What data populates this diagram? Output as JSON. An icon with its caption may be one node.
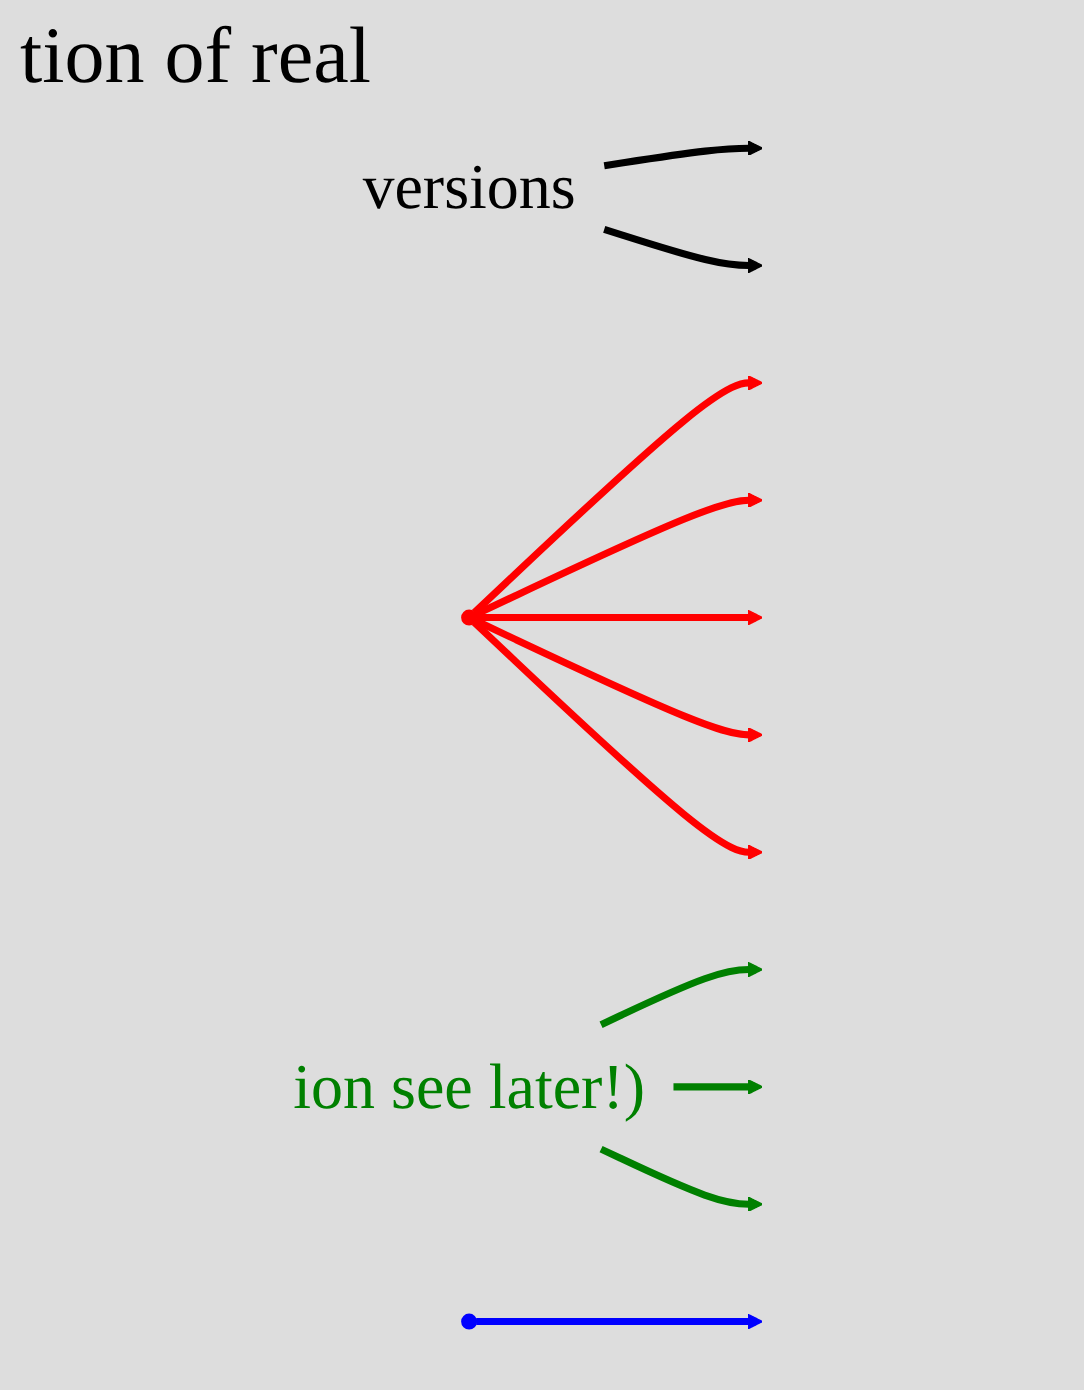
{
  "diagram": {
    "nodes": [
      {
        "text": [
          "versions"
        ]
      },
      {
        "text": [],
        "shape": "point"
      },
      {
        "text": [
          "ion see later!)"
        ]
      },
      {
        "text": [],
        "shape": "point"
      }
    ],
    "edges": [
      {
        "from": 1,
        "to": null,
        "arrow": "to"
      },
      {
        "from": 0,
        "to": null,
        "arrow": "to",
        "color": "#000000"
      },
      {
        "from": 1,
        "to": null,
        "arrow": "to"
      },
      {
        "from": 2,
        "to": null,
        "arrow": "to",
        "color": "#008000"
      },
      {
        "from": 1,
        "to": null,
        "arrow": "to"
      },
      {
        "from": 3,
        "to": null,
        "arrow": "to",
        "color": "#0000ff"
      },
      {
        "from": 1,
        "to": null,
        "arrow": "to"
      },
      {
        "from": 2,
        "to": null,
        "arrow": "to",
        "color": "#008000"
      },
      {
        "from": 1,
        "to": null,
        "arrow": "to"
      },
      {
        "from": 0,
        "to": null,
        "arrow": "to",
        "color": "#000000"
      },
      {
        "from": 2,
        "to": null,
        "arrow": "to",
        "color": "#008000"
      }
    ],
    "labels": [
      "tion of real"
    ]
  }
}
